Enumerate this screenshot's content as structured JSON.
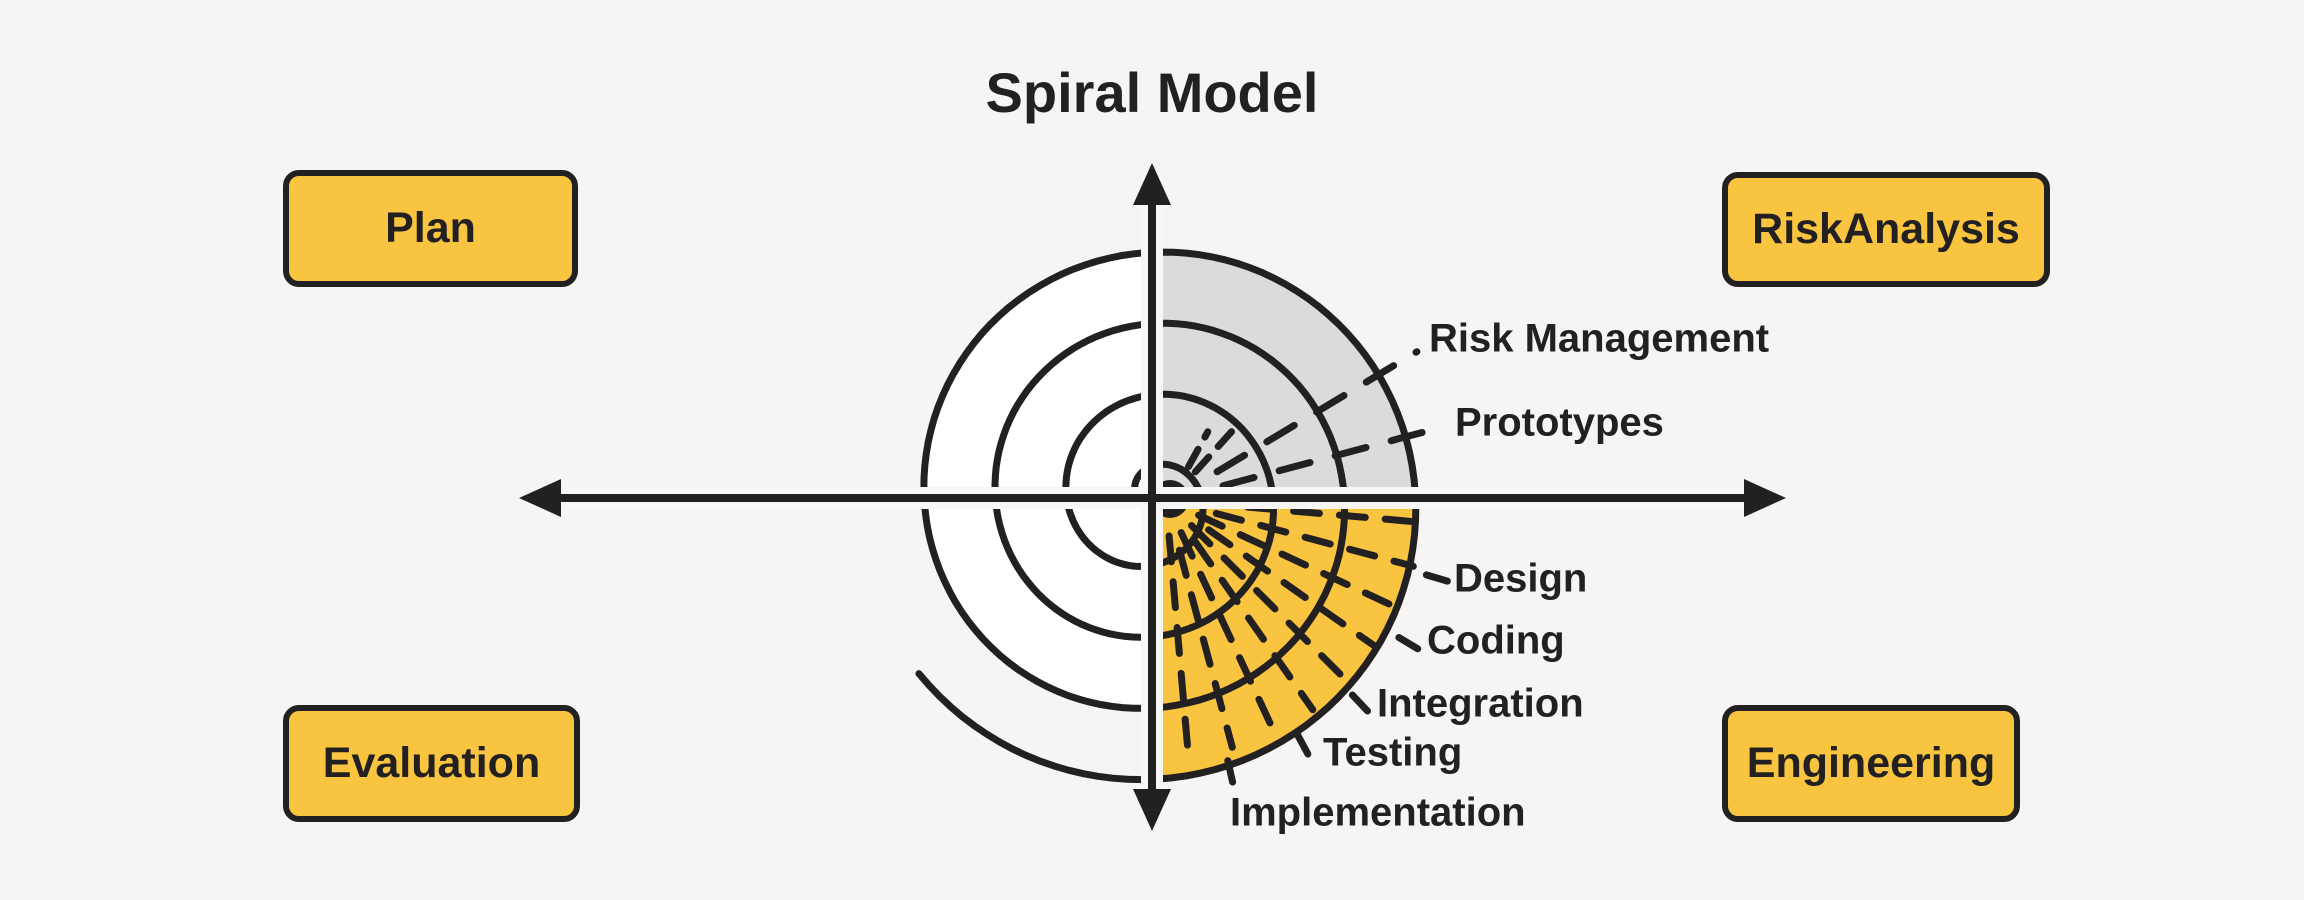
{
  "title": "Spiral Model",
  "colors": {
    "accent": "#F9C440",
    "ink": "#232021",
    "quad_gray": "#DCDBDA",
    "disc_white": "#FFFFFF",
    "background": "#F6F5F4",
    "axis_gap": "#F8F7F6"
  },
  "quadrant_boxes": {
    "top_left": "Plan",
    "top_right": "RiskAnalysis",
    "bottom_left": "Evaluation",
    "bottom_right": "Engineering"
  },
  "phase_labels": {
    "risk_quadrant": [
      "Risk Management",
      "Prototypes"
    ],
    "engineering_quadrant": [
      "Design",
      "Coding",
      "Integration",
      "Testing",
      "Implementation"
    ]
  }
}
